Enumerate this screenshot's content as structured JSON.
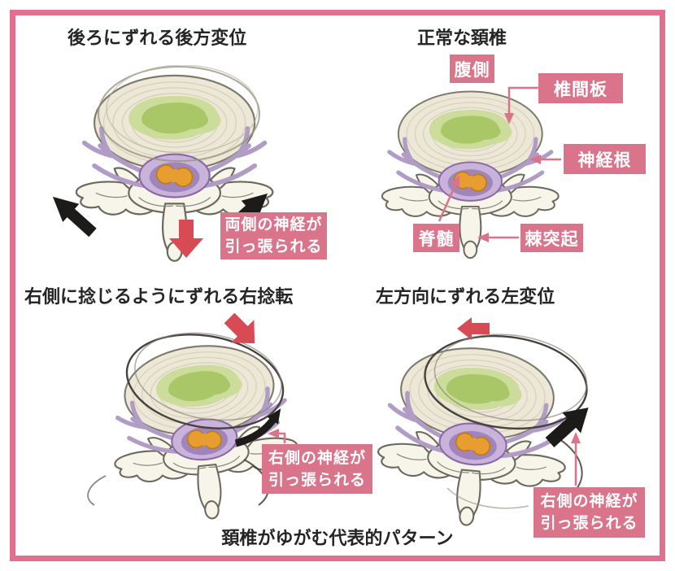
{
  "page": {
    "caption": "頚椎がゆがむ代表的パターン"
  },
  "colors": {
    "frame_pink": "#e0718e",
    "label_pink": "#d9748b",
    "arrow_red": "#d94b54",
    "arrow_black": "#1d1b19",
    "title_text": "#252525",
    "disc_cream": "#ede7d8",
    "disc_ring": "#d8d1bb",
    "nucleus_green_outer": "#ccdc9b",
    "nucleus_green_inner": "#a9c767",
    "canal_purple_outer": "#c9b3da",
    "canal_purple_inner": "#a085bd",
    "cord_orange": "#e79d2f",
    "nerve_purple": "#b19cc6",
    "bone_cream": "#f7f4ea"
  },
  "figures": {
    "top_left": {
      "title": "後ろにずれる後方変位",
      "callout_line1": "両側の神経が",
      "callout_line2": "引っ張られる",
      "icons": [
        "up-left-arrow",
        "up-right-arrow",
        "down-arrow"
      ]
    },
    "top_right": {
      "title": "正常な頚椎",
      "labels": {
        "ventral": "腹側",
        "disc": "椎間板",
        "nerve_root": "神経根",
        "spinal_cord": "脊髄",
        "spinous_process": "棘突起"
      }
    },
    "bottom_left": {
      "title": "右側に捻じるようにずれる右捻転",
      "callout_line1": "右側の神経が",
      "callout_line2": "引っ張られる",
      "icons": [
        "down-right-arrow",
        "curved-up-arrow"
      ]
    },
    "bottom_right": {
      "title": "左方向にずれる左変位",
      "callout_line1": "右側の神経が",
      "callout_line2": "引っ張られる",
      "icons": [
        "left-arrow",
        "up-right-arrow"
      ]
    }
  }
}
